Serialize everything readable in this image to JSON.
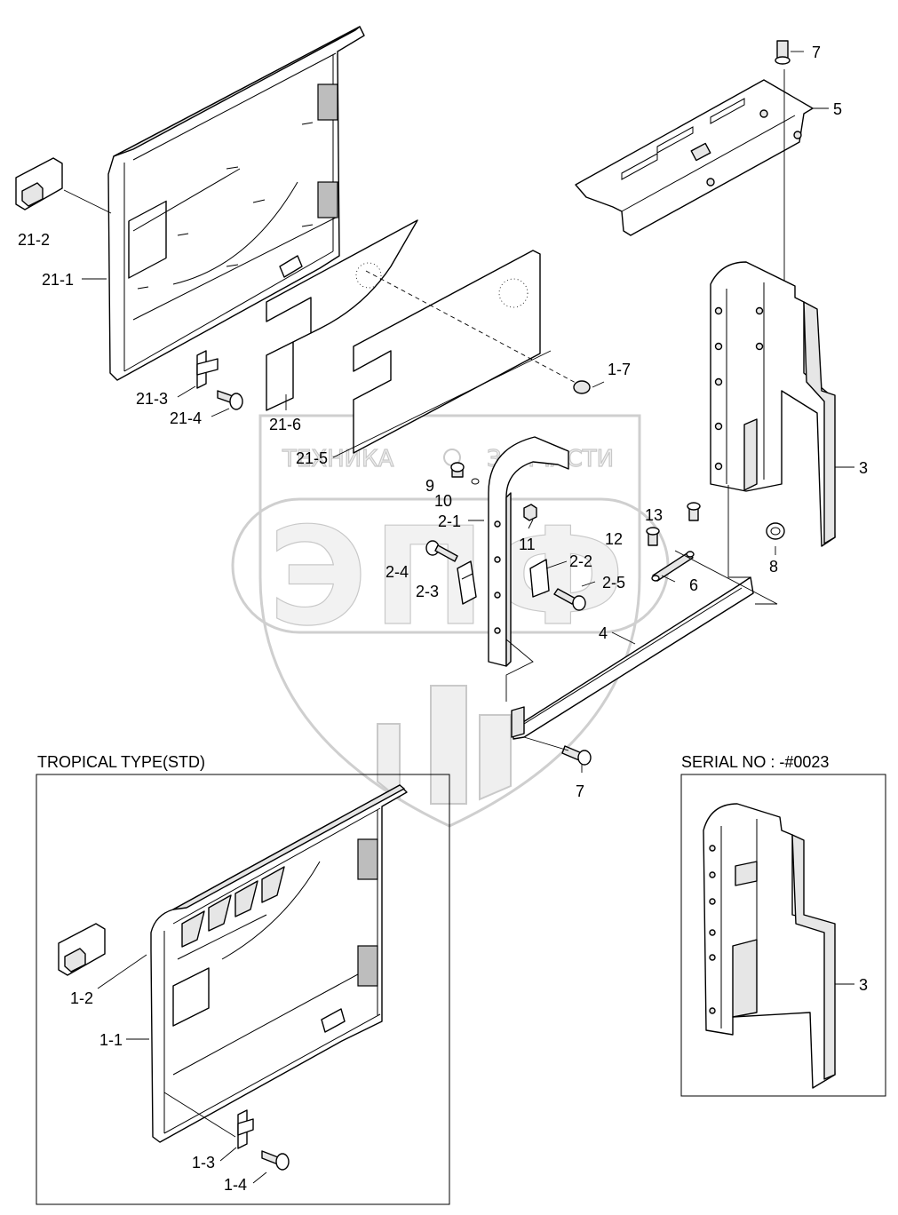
{
  "diagram": {
    "insets": {
      "tropical": "TROPICAL TYPE(STD)",
      "serial": "SERIAL NO : -#0023"
    },
    "watermark": {
      "line1_left": "ТЕХНИКА",
      "line1_right": "ЗАПЧАСТИ",
      "logo": "ЭПФ"
    },
    "callouts": {
      "c21_2": "21-2",
      "c21_1": "21-1",
      "c21_3": "21-3",
      "c21_4": "21-4",
      "c21_6": "21-6",
      "c21_5": "21-5",
      "c1_7": "1-7",
      "c7_top": "7",
      "c5": "5",
      "c3_main": "3",
      "c9": "9",
      "c10": "10",
      "c2_1": "2-1",
      "c11": "11",
      "c2_4": "2-4",
      "c2_3": "2-3",
      "c2_2": "2-2",
      "c2_5": "2-5",
      "c13": "13",
      "c12": "12",
      "c6": "6",
      "c8": "8",
      "c4": "4",
      "c7_bottom": "7",
      "c1_2": "1-2",
      "c1_1": "1-1",
      "c1_3": "1-3",
      "c1_4": "1-4",
      "c3_inset": "3"
    }
  }
}
